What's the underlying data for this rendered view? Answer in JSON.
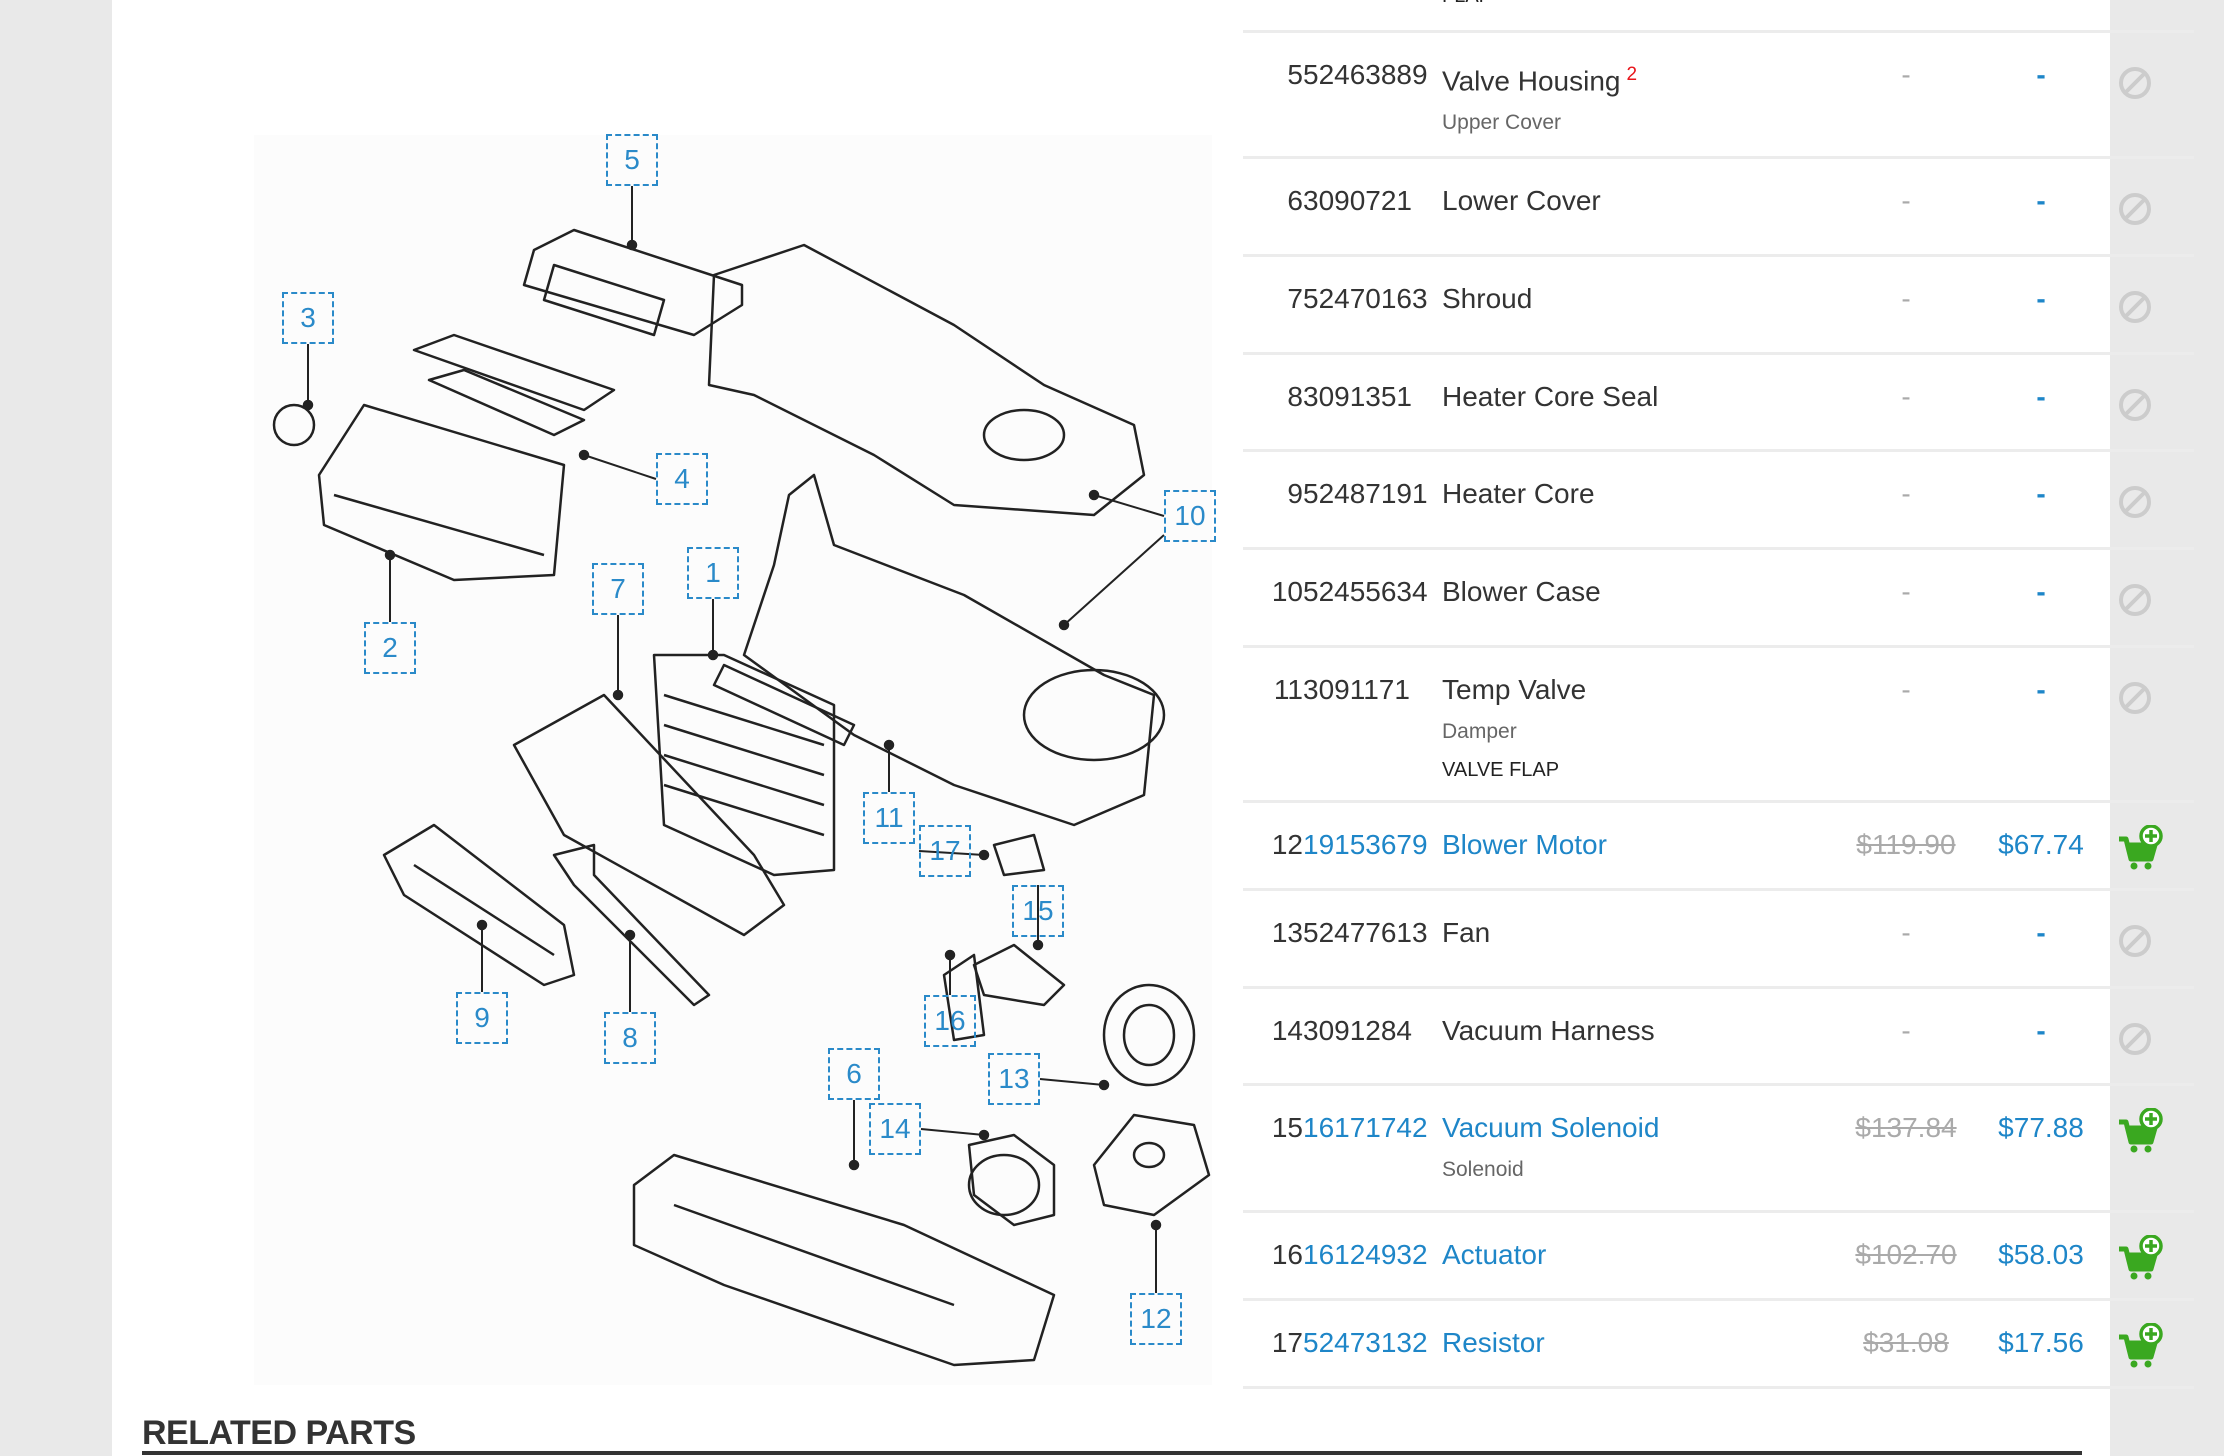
{
  "diagram": {
    "callouts": [
      "5",
      "3",
      "4",
      "2",
      "7",
      "1",
      "10",
      "11",
      "17",
      "15",
      "16",
      "9",
      "8",
      "6",
      "13",
      "14",
      "12"
    ]
  },
  "colors": {
    "link": "#1e86c8",
    "cart": "#3aa820",
    "unavailable": "#cccccc",
    "superscript": "#e8141a"
  },
  "parts": {
    "partial_row_note": "FLAP",
    "rows": [
      {
        "num": "5",
        "part_no": "52463889",
        "name": "Valve Housing",
        "sup": "2",
        "sub": "Upper Cover",
        "note": "",
        "list_price": "-",
        "price": "-",
        "available": false
      },
      {
        "num": "6",
        "part_no": "3090721",
        "name": "Lower Cover",
        "sup": "",
        "sub": "",
        "note": "",
        "list_price": "-",
        "price": "-",
        "available": false
      },
      {
        "num": "7",
        "part_no": "52470163",
        "name": "Shroud",
        "sup": "",
        "sub": "",
        "note": "",
        "list_price": "-",
        "price": "-",
        "available": false
      },
      {
        "num": "8",
        "part_no": "3091351",
        "name": "Heater Core Seal",
        "sup": "",
        "sub": "",
        "note": "",
        "list_price": "-",
        "price": "-",
        "available": false
      },
      {
        "num": "9",
        "part_no": "52487191",
        "name": "Heater Core",
        "sup": "",
        "sub": "",
        "note": "",
        "list_price": "-",
        "price": "-",
        "available": false
      },
      {
        "num": "10",
        "part_no": "52455634",
        "name": "Blower Case",
        "sup": "",
        "sub": "",
        "note": "",
        "list_price": "-",
        "price": "-",
        "available": false
      },
      {
        "num": "11",
        "part_no": "3091171",
        "name": "Temp Valve",
        "sup": "",
        "sub": "Damper",
        "note": "VALVE FLAP",
        "list_price": "-",
        "price": "-",
        "available": false
      },
      {
        "num": "12",
        "part_no": "19153679",
        "name": "Blower Motor",
        "sup": "",
        "sub": "",
        "note": "",
        "list_price": "$119.90",
        "price": "$67.74",
        "available": true
      },
      {
        "num": "13",
        "part_no": "52477613",
        "name": "Fan",
        "sup": "",
        "sub": "",
        "note": "",
        "list_price": "-",
        "price": "-",
        "available": false
      },
      {
        "num": "14",
        "part_no": "3091284",
        "name": "Vacuum Harness",
        "sup": "",
        "sub": "",
        "note": "",
        "list_price": "-",
        "price": "-",
        "available": false
      },
      {
        "num": "15",
        "part_no": "16171742",
        "name": "Vacuum Solenoid",
        "sup": "",
        "sub": "Solenoid",
        "note": "",
        "list_price": "$137.84",
        "price": "$77.88",
        "available": true
      },
      {
        "num": "16",
        "part_no": "16124932",
        "name": "Actuator",
        "sup": "",
        "sub": "",
        "note": "",
        "list_price": "$102.70",
        "price": "$58.03",
        "available": true
      },
      {
        "num": "17",
        "part_no": "52473132",
        "name": "Resistor",
        "sup": "",
        "sub": "",
        "note": "",
        "list_price": "$31.08",
        "price": "$17.56",
        "available": true
      }
    ]
  },
  "related": {
    "title": "RELATED PARTS"
  }
}
